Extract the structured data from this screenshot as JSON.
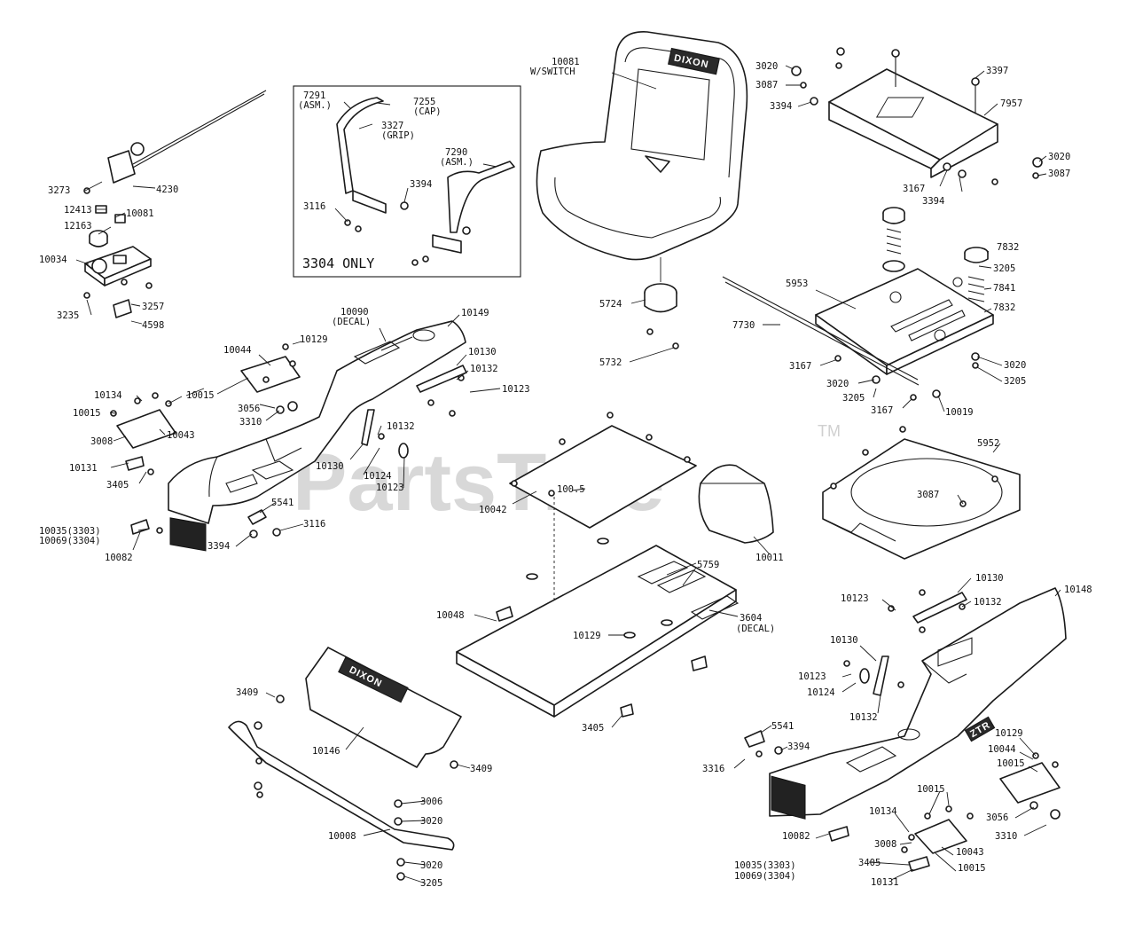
{
  "watermark": {
    "text": "PartsTree",
    "tm": "TM"
  },
  "inset": {
    "caption": "3304 ONLY"
  },
  "brand": {
    "seat": "DIXON",
    "hood": "DIXON",
    "fender": "ZTR"
  },
  "labels": [
    {
      "id": "l3273",
      "text": "3273"
    },
    {
      "id": "l4230",
      "text": "4230"
    },
    {
      "id": "l12413",
      "text": "12413"
    },
    {
      "id": "l10081a",
      "text": "10081"
    },
    {
      "id": "l12163",
      "text": "12163"
    },
    {
      "id": "l10034",
      "text": "10034"
    },
    {
      "id": "l3257",
      "text": "3257"
    },
    {
      "id": "l3235",
      "text": "3235"
    },
    {
      "id": "l4598",
      "text": "4598"
    },
    {
      "id": "l7291",
      "text": "7291"
    },
    {
      "id": "l7291b",
      "text": "(ASM.)"
    },
    {
      "id": "l7255",
      "text": "7255"
    },
    {
      "id": "l7255b",
      "text": "(CAP)"
    },
    {
      "id": "l3327",
      "text": "3327"
    },
    {
      "id": "l3327b",
      "text": "(GRIP)"
    },
    {
      "id": "l7290",
      "text": "7290"
    },
    {
      "id": "l7290b",
      "text": "(ASM.)"
    },
    {
      "id": "l3116a",
      "text": "3116"
    },
    {
      "id": "l3394a",
      "text": "3394"
    },
    {
      "id": "l10081b",
      "text": "10081"
    },
    {
      "id": "l10081c",
      "text": "W/SWITCH"
    },
    {
      "id": "l5724",
      "text": "5724"
    },
    {
      "id": "l5732",
      "text": "5732"
    },
    {
      "id": "l3020a",
      "text": "3020"
    },
    {
      "id": "l3087a",
      "text": "3087"
    },
    {
      "id": "l3394b",
      "text": "3394"
    },
    {
      "id": "l3397",
      "text": "3397"
    },
    {
      "id": "l7957",
      "text": "7957"
    },
    {
      "id": "l3020b",
      "text": "3020"
    },
    {
      "id": "l3087b",
      "text": "3087"
    },
    {
      "id": "l3167a",
      "text": "3167"
    },
    {
      "id": "l3394c",
      "text": "3394"
    },
    {
      "id": "l7832a",
      "text": "7832"
    },
    {
      "id": "l3205a",
      "text": "3205"
    },
    {
      "id": "l7841",
      "text": "7841"
    },
    {
      "id": "l7832b",
      "text": "7832"
    },
    {
      "id": "l5953",
      "text": "5953"
    },
    {
      "id": "l7730",
      "text": "7730"
    },
    {
      "id": "l3167b",
      "text": "3167"
    },
    {
      "id": "l3020c",
      "text": "3020"
    },
    {
      "id": "l3205b",
      "text": "3205"
    },
    {
      "id": "l3020d",
      "text": "3020"
    },
    {
      "id": "l3205c",
      "text": "3205"
    },
    {
      "id": "l3167c",
      "text": "3167"
    },
    {
      "id": "l10019",
      "text": "10019"
    },
    {
      "id": "l10090",
      "text": "10090"
    },
    {
      "id": "l10090b",
      "text": "(DECAL)"
    },
    {
      "id": "l10149",
      "text": "10149"
    },
    {
      "id": "l10044a",
      "text": "10044"
    },
    {
      "id": "l10129a",
      "text": "10129"
    },
    {
      "id": "l10130a",
      "text": "10130"
    },
    {
      "id": "l10132a",
      "text": "10132"
    },
    {
      "id": "l10123a",
      "text": "10123"
    },
    {
      "id": "l10134a",
      "text": "10134"
    },
    {
      "id": "l10015a",
      "text": "10015"
    },
    {
      "id": "l10015b",
      "text": "10015"
    },
    {
      "id": "l3056a",
      "text": "3056"
    },
    {
      "id": "l3310a",
      "text": "3310"
    },
    {
      "id": "l10043a",
      "text": "10043"
    },
    {
      "id": "l3008a",
      "text": "3008"
    },
    {
      "id": "l10131a",
      "text": "10131"
    },
    {
      "id": "l3405a",
      "text": "3405"
    },
    {
      "id": "l10132b",
      "text": "10132"
    },
    {
      "id": "l10130b",
      "text": "10130"
    },
    {
      "id": "l10124a",
      "text": "10124"
    },
    {
      "id": "l10123b",
      "text": "10123"
    },
    {
      "id": "l5541a",
      "text": "5541"
    },
    {
      "id": "l3116b",
      "text": "3116"
    },
    {
      "id": "l3394d",
      "text": "3394"
    },
    {
      "id": "l10035a",
      "text": "10035(3303)"
    },
    {
      "id": "l10069a",
      "text": "10069(3304)"
    },
    {
      "id": "l10082a",
      "text": "10082"
    },
    {
      "id": "l10042",
      "text": "10042"
    },
    {
      "id": "l10015c",
      "text": "100.5"
    },
    {
      "id": "l10011",
      "text": "10011"
    },
    {
      "id": "l5952",
      "text": "5952"
    },
    {
      "id": "l3087c",
      "text": "3087"
    },
    {
      "id": "l5759",
      "text": "5759"
    },
    {
      "id": "l3604",
      "text": "3604"
    },
    {
      "id": "l3604b",
      "text": "(DECAL)"
    },
    {
      "id": "l10048",
      "text": "10048"
    },
    {
      "id": "l10129b",
      "text": "10129"
    },
    {
      "id": "l3405b",
      "text": "3405"
    },
    {
      "id": "l3409a",
      "text": "3409"
    },
    {
      "id": "l10146",
      "text": "10146"
    },
    {
      "id": "l3409b",
      "text": "3409"
    },
    {
      "id": "l3006",
      "text": "3006"
    },
    {
      "id": "l3020e",
      "text": "3020"
    },
    {
      "id": "l10008",
      "text": "10008"
    },
    {
      "id": "l3020f",
      "text": "3020"
    },
    {
      "id": "l3205d",
      "text": "3205"
    },
    {
      "id": "l10130c",
      "text": "10130"
    },
    {
      "id": "l10123c",
      "text": "10123"
    },
    {
      "id": "l10132c",
      "text": "10132"
    },
    {
      "id": "l10148",
      "text": "10148"
    },
    {
      "id": "l10130d",
      "text": "10130"
    },
    {
      "id": "l10123d",
      "text": "10123"
    },
    {
      "id": "l10124b",
      "text": "10124"
    },
    {
      "id": "l10132d",
      "text": "10132"
    },
    {
      "id": "l5541b",
      "text": "5541"
    },
    {
      "id": "l3394e",
      "text": "3394"
    },
    {
      "id": "l3316",
      "text": "3316"
    },
    {
      "id": "l10129c",
      "text": "10129"
    },
    {
      "id": "l10044b",
      "text": "10044"
    },
    {
      "id": "l10015d",
      "text": "10015"
    },
    {
      "id": "l10015e",
      "text": "10015"
    },
    {
      "id": "l3056b",
      "text": "3056"
    },
    {
      "id": "l3310b",
      "text": "3310"
    },
    {
      "id": "l10134b",
      "text": "10134"
    },
    {
      "id": "l10043b",
      "text": "10043"
    },
    {
      "id": "l10082b",
      "text": "10082"
    },
    {
      "id": "l3008b",
      "text": "3008"
    },
    {
      "id": "l10015f",
      "text": "10015"
    },
    {
      "id": "l3405c",
      "text": "3405"
    },
    {
      "id": "l10035b",
      "text": "10035(3303)"
    },
    {
      "id": "l10069b",
      "text": "10069(3304)"
    },
    {
      "id": "l10131b",
      "text": "10131"
    }
  ]
}
